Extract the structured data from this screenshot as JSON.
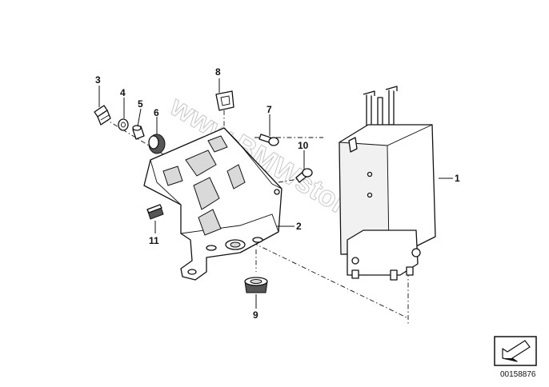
{
  "watermark": "www.BMWstore.pl",
  "reference_number": "00158876",
  "callouts": [
    "1",
    "2",
    "3",
    "4",
    "5",
    "6",
    "7",
    "8",
    "9",
    "10",
    "11"
  ],
  "icons": {
    "corner_badge": "arrow-down-left-icon"
  }
}
